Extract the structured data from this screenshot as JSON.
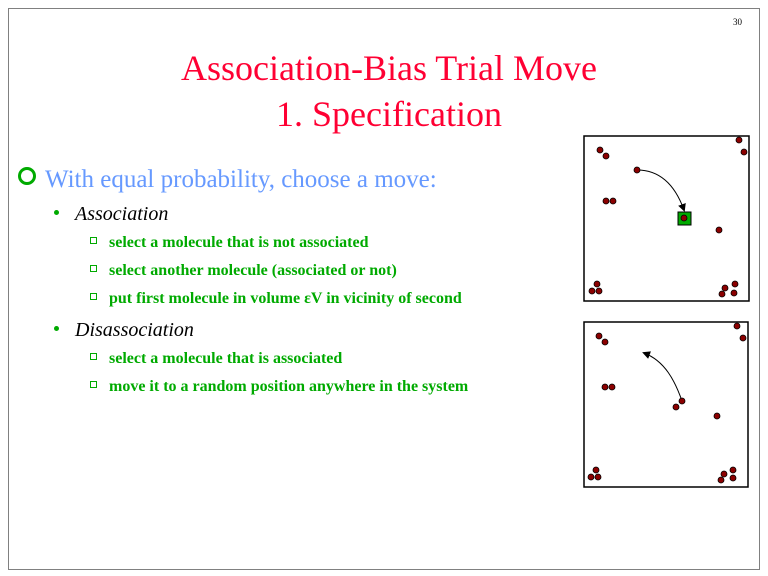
{
  "slide": {
    "page_number": "30",
    "title_line1": "Association-Bias Trial Move",
    "title_line2": "1. Specification",
    "main_bullet": "With equal probability, choose a move:",
    "moves": [
      {
        "label": "Association",
        "steps": [
          "select a molecule that is not associated",
          "select another molecule (associated or not)",
          "put first molecule in volume εV in vicinity of second"
        ]
      },
      {
        "label": "Disassociation",
        "steps": [
          "select a molecule that is associated",
          "move it to a random position anywhere in the system"
        ]
      }
    ]
  },
  "colors": {
    "title": "#ff0033",
    "main_bullet": "#6699ff",
    "accent": "#00aa00",
    "molecule": "#8b0000"
  }
}
